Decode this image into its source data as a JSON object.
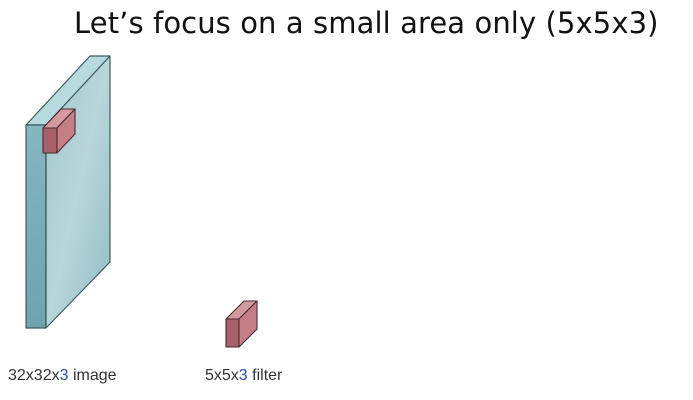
{
  "slide": {
    "title": "Let’s focus on a small area only (5x5x3)"
  },
  "image_volume": {
    "caption_prefix": "32x32x",
    "caption_depth": "3",
    "caption_suffix": " image"
  },
  "filter_volume": {
    "caption_prefix": "5x5x",
    "caption_depth": "3",
    "caption_suffix": " filter"
  },
  "colors": {
    "image_front": "#a9cdd3",
    "image_side": "#7fb0ba",
    "image_top": "#b7dade",
    "filter_front": "#c47f86",
    "filter_side": "#a8606a",
    "filter_top": "#d39aa0",
    "depth_highlight": "#2d4fb0"
  }
}
